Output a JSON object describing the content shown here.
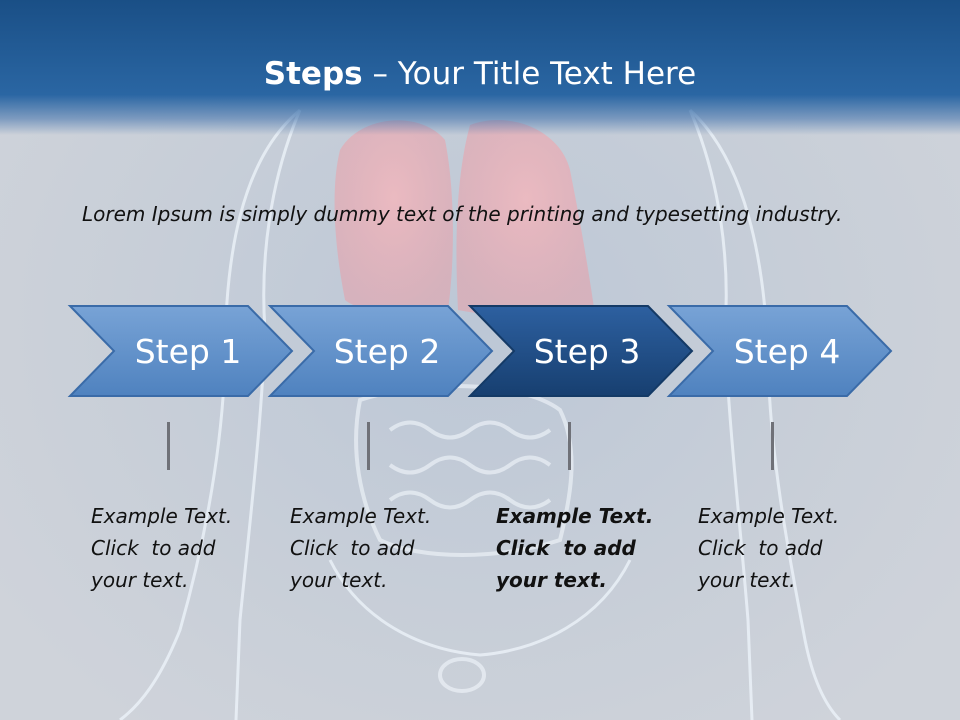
{
  "slide": {
    "title_strong": "Steps",
    "title_rest": " – Your Title Text Here",
    "intro": "Lorem Ipsum is simply dummy text of the printing and typesetting industry."
  },
  "steps": [
    {
      "label": "Step 1",
      "line1": "Example Text.",
      "line2": "Click  to add",
      "line3": "your text.",
      "active": false
    },
    {
      "label": "Step 2",
      "line1": "Example Text.",
      "line2": "Click  to add",
      "line3": "your text.",
      "active": false
    },
    {
      "label": "Step 3",
      "line1": "Example Text.",
      "line2": "Click  to add",
      "line3": "your text.",
      "active": true
    },
    {
      "label": "Step 4",
      "line1": "Example Text.",
      "line2": "Click  to add",
      "line3": "your text.",
      "active": false
    }
  ],
  "colors": {
    "header": "#1f5a96",
    "chevron": "#5d8ec7",
    "chevron_active": "#1f4e85"
  }
}
